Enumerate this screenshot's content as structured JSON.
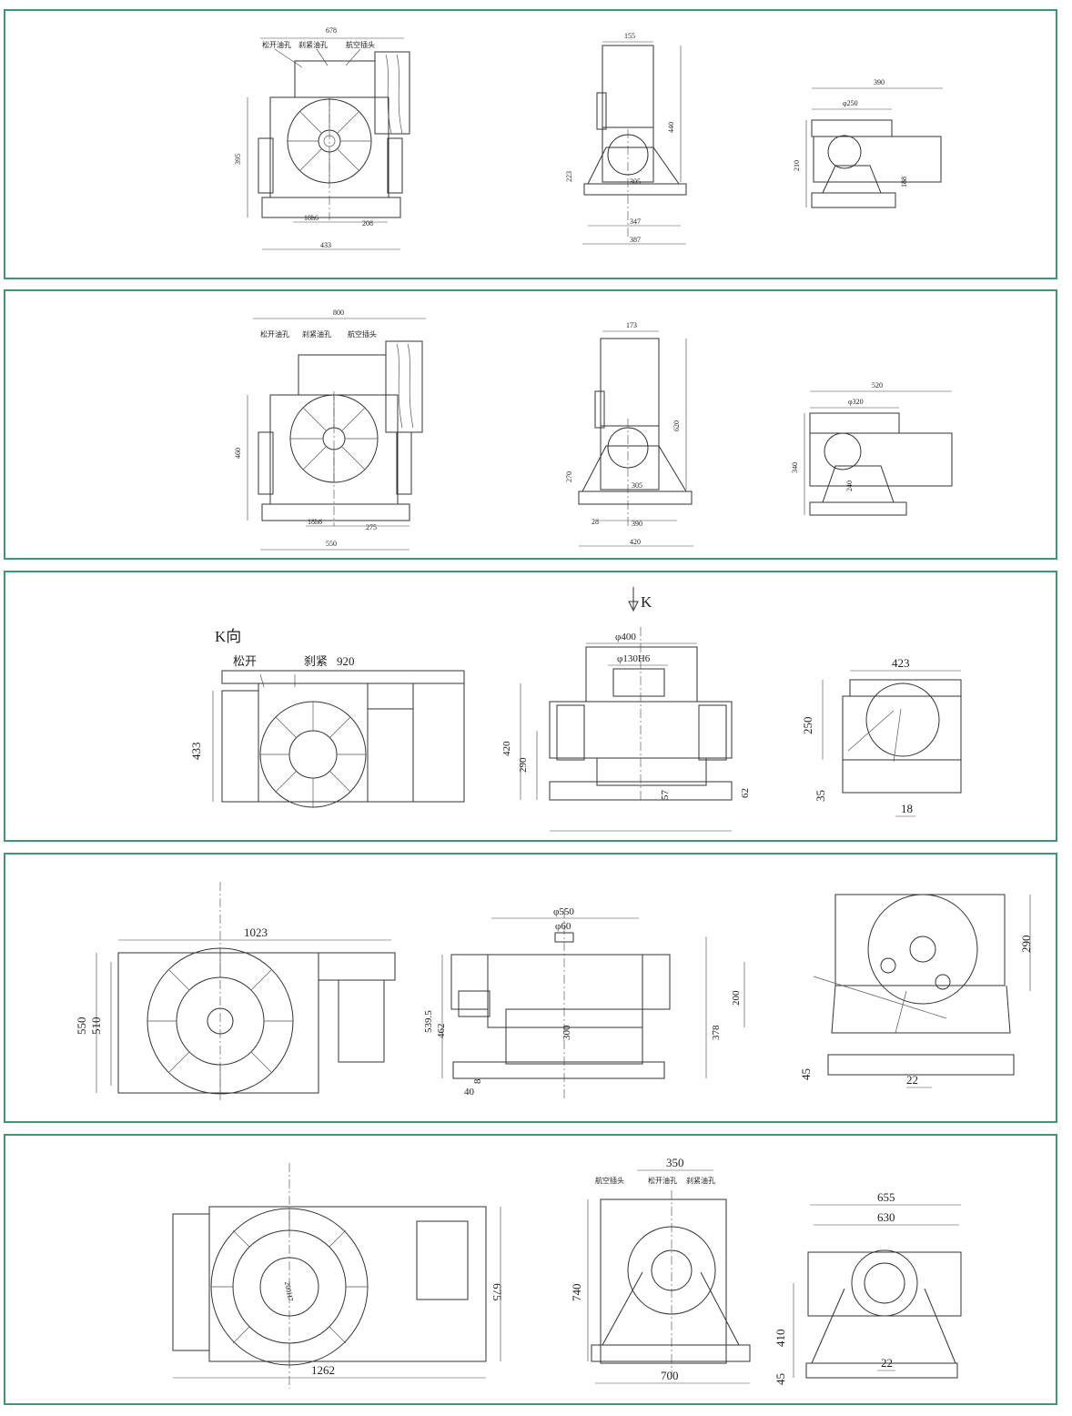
{
  "colors": {
    "frame": "#3a9a6e",
    "line": "#333333"
  },
  "rows": [
    {
      "front": {
        "width_top": "678",
        "height": "395",
        "lbl_release": "松开油孔",
        "lbl_clamp": "刹紧油孔",
        "lbl_plug": "航空插头",
        "key": "18h6",
        "half": "208",
        "base": "433"
      },
      "side": {
        "top": "155",
        "height": "440",
        "axis": "223",
        "inner": "305",
        "w1": "347",
        "w2": "387"
      },
      "top": {
        "width": "390",
        "dia": "φ250",
        "height": "210",
        "h2": "188"
      }
    },
    {
      "front": {
        "width_top": "800",
        "height": "460",
        "lbl_release": "松开油孔",
        "lbl_clamp": "刹紧油孔",
        "lbl_plug": "航空插头",
        "key": "18h6",
        "half": "275",
        "base": "550"
      },
      "side": {
        "top": "173",
        "height": "620",
        "axis": "270",
        "inner": "305",
        "h28": "28",
        "w1": "390",
        "w2": "420"
      },
      "top": {
        "width": "520",
        "dia": "φ320",
        "height": "340",
        "h2": "240"
      }
    },
    {
      "front": {
        "kdir": "K向",
        "lbl_release": "松开",
        "lbl_clamp": "刹紧",
        "width": "920",
        "height": "433"
      },
      "side": {
        "arrow_k": "K",
        "dia_outer": "φ400",
        "dia_bore": "φ130H6",
        "h_total": "420",
        "h_axis": "290",
        "d57": "57",
        "d62": "62"
      },
      "top": {
        "width": "423",
        "h_top": "250",
        "h_base": "35",
        "key": "18"
      }
    },
    {
      "front": {
        "width": "1023",
        "h_total": "550",
        "h_inner": "510"
      },
      "side": {
        "dia_outer": "φ550",
        "dia_bore": "φ60",
        "h_total": "539.5",
        "h_inner": "462",
        "h_axis": "300",
        "h_right": "378",
        "h_box": "200",
        "d8": "8",
        "d40": "40"
      },
      "top": {
        "height": "290",
        "h_base": "45",
        "key": "22"
      }
    },
    {
      "front": {
        "width": "1262",
        "height": "675",
        "label": "200H7"
      },
      "side": {
        "width_top": "350",
        "lbl_plug": "航空插头",
        "lbl_release": "松开油孔",
        "lbl_clamp": "刹紧油孔",
        "height": "740",
        "width_base": "700"
      },
      "top": {
        "w_outer": "655",
        "w_inner": "630",
        "h_axis": "410",
        "h_base": "45",
        "key": "22"
      }
    }
  ]
}
